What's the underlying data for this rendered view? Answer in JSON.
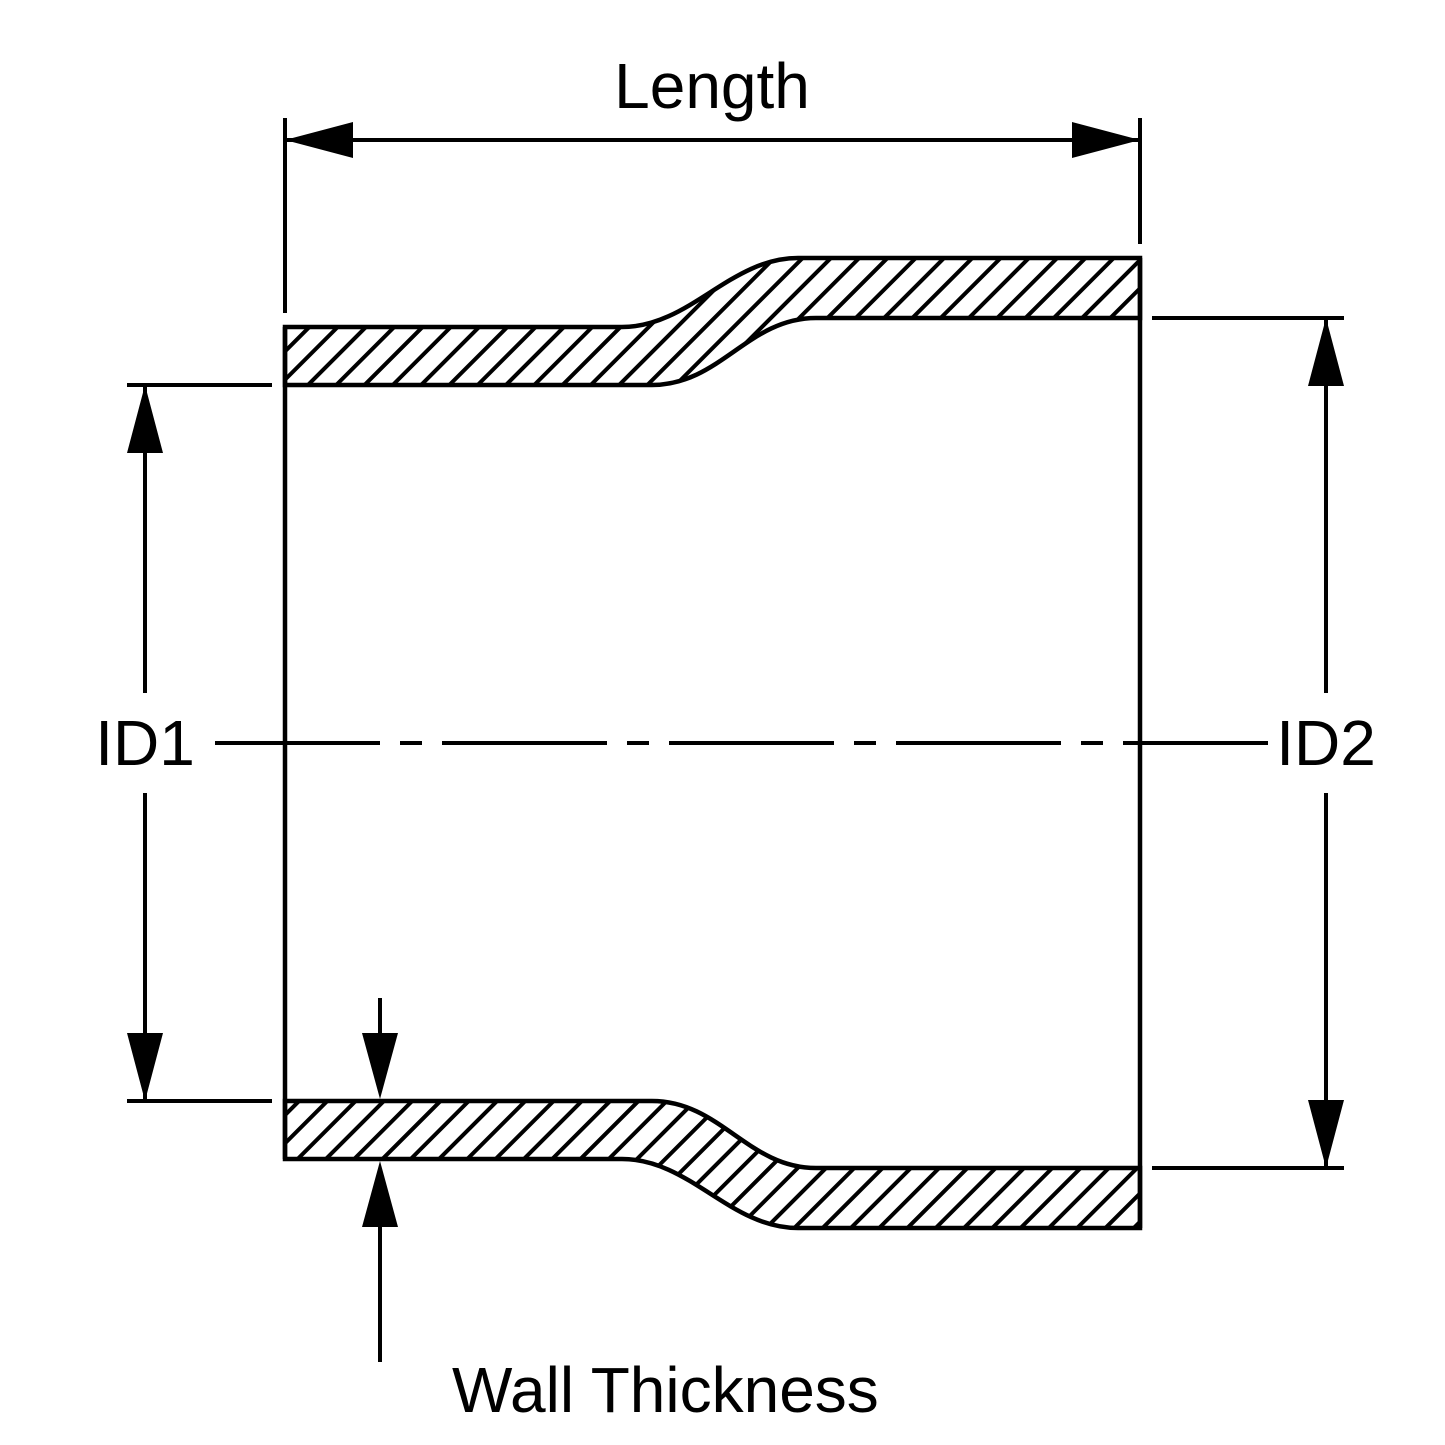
{
  "diagram": {
    "type": "technical-drawing",
    "labels": {
      "length": "Length",
      "id1": "ID1",
      "id2": "ID2",
      "wall_thickness": "Wall Thickness"
    },
    "colors": {
      "line": "#000000",
      "background": "#ffffff"
    }
  }
}
